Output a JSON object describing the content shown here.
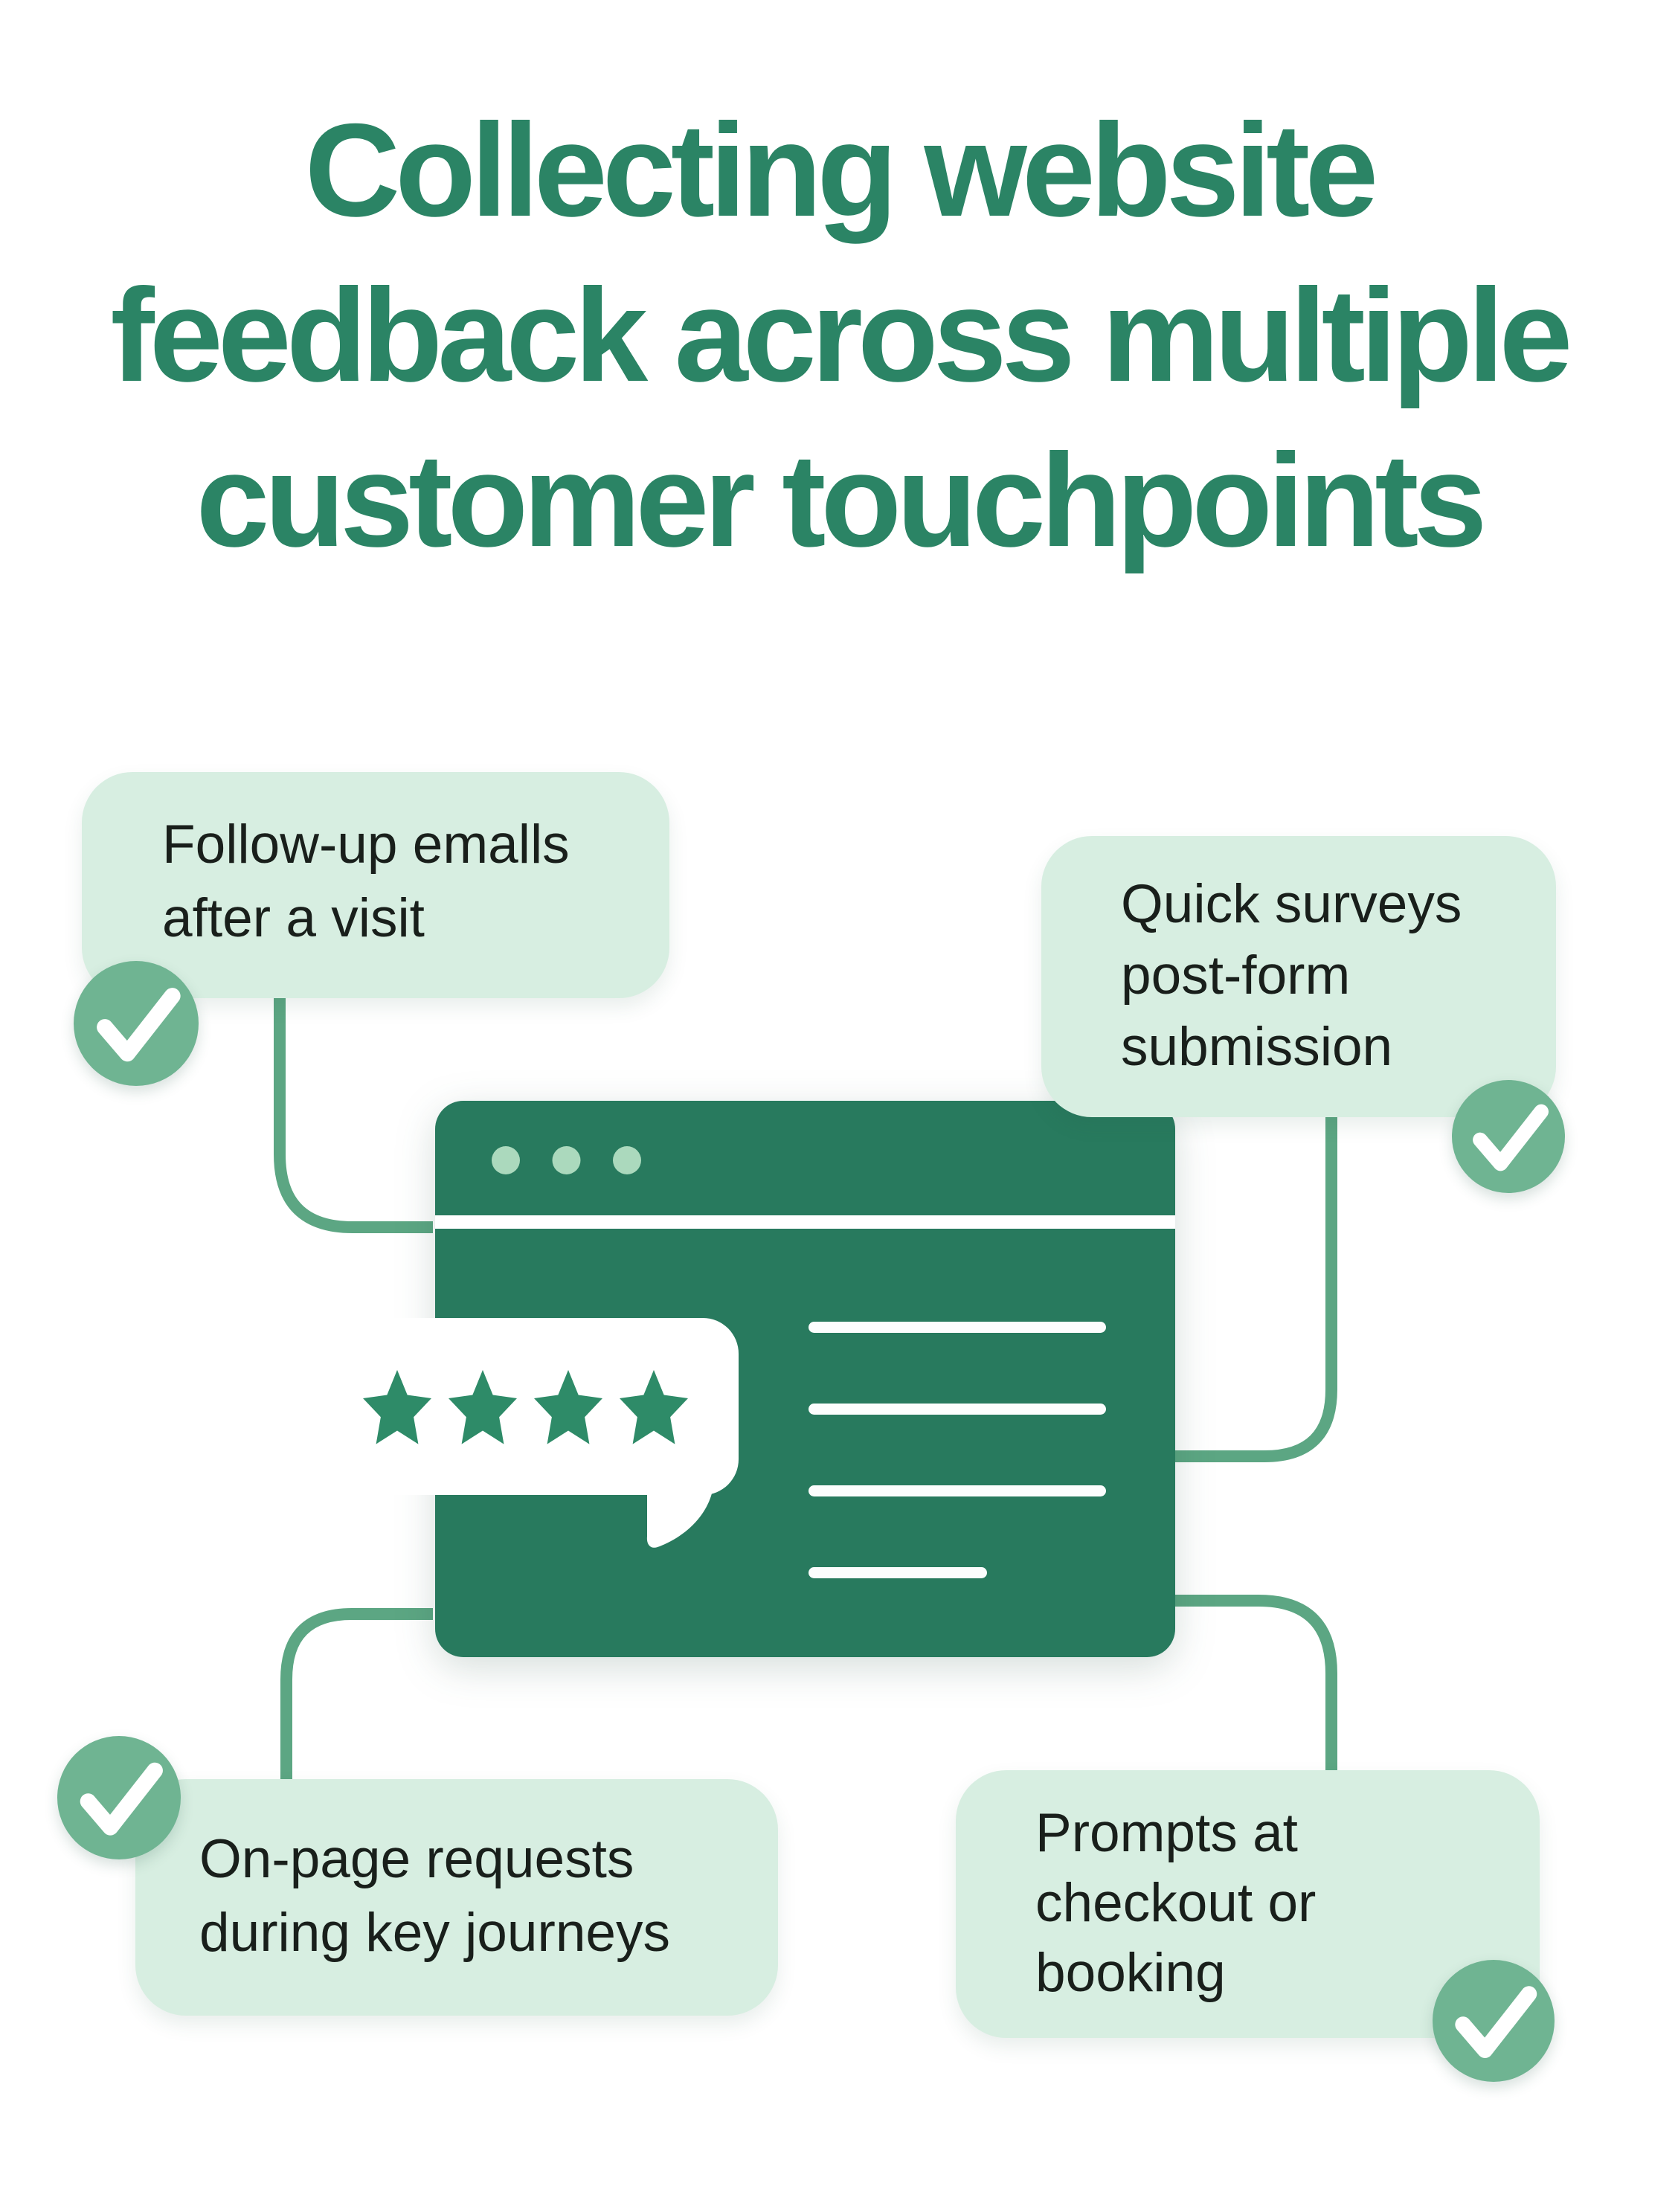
{
  "title": {
    "lines": [
      "Collecting website",
      "feedback across multiple",
      "customer touchpoints"
    ]
  },
  "callouts": {
    "top_left": {
      "lines": [
        "Follow-up emalls",
        "after a visit"
      ]
    },
    "top_right": {
      "lines": [
        "Quick surveys",
        "post-form",
        "submission"
      ]
    },
    "bottom_left": {
      "lines": [
        "On-page requests",
        "during key journeys"
      ]
    },
    "bottom_right": {
      "lines": [
        "Prompts at",
        "checkout or",
        "booking"
      ]
    }
  },
  "illustration": {
    "type": "browser-window-with-review-bubble",
    "rating_stars_shown": 4,
    "window_control_dots": 3,
    "placeholder_line_widths": [
      400,
      400,
      400,
      240
    ]
  },
  "colors": {
    "title_green": "#2b8465",
    "window_green": "#287a5e",
    "star_green": "#2e8b68",
    "callout_bg": "#d7eee1",
    "callout_text": "#191f1b",
    "connector_green": "#5ca683",
    "check_circle_green": "#6fb492",
    "dot_green": "#abd9bd",
    "line_white": "#fcfdfd",
    "background": "#ffffff"
  }
}
